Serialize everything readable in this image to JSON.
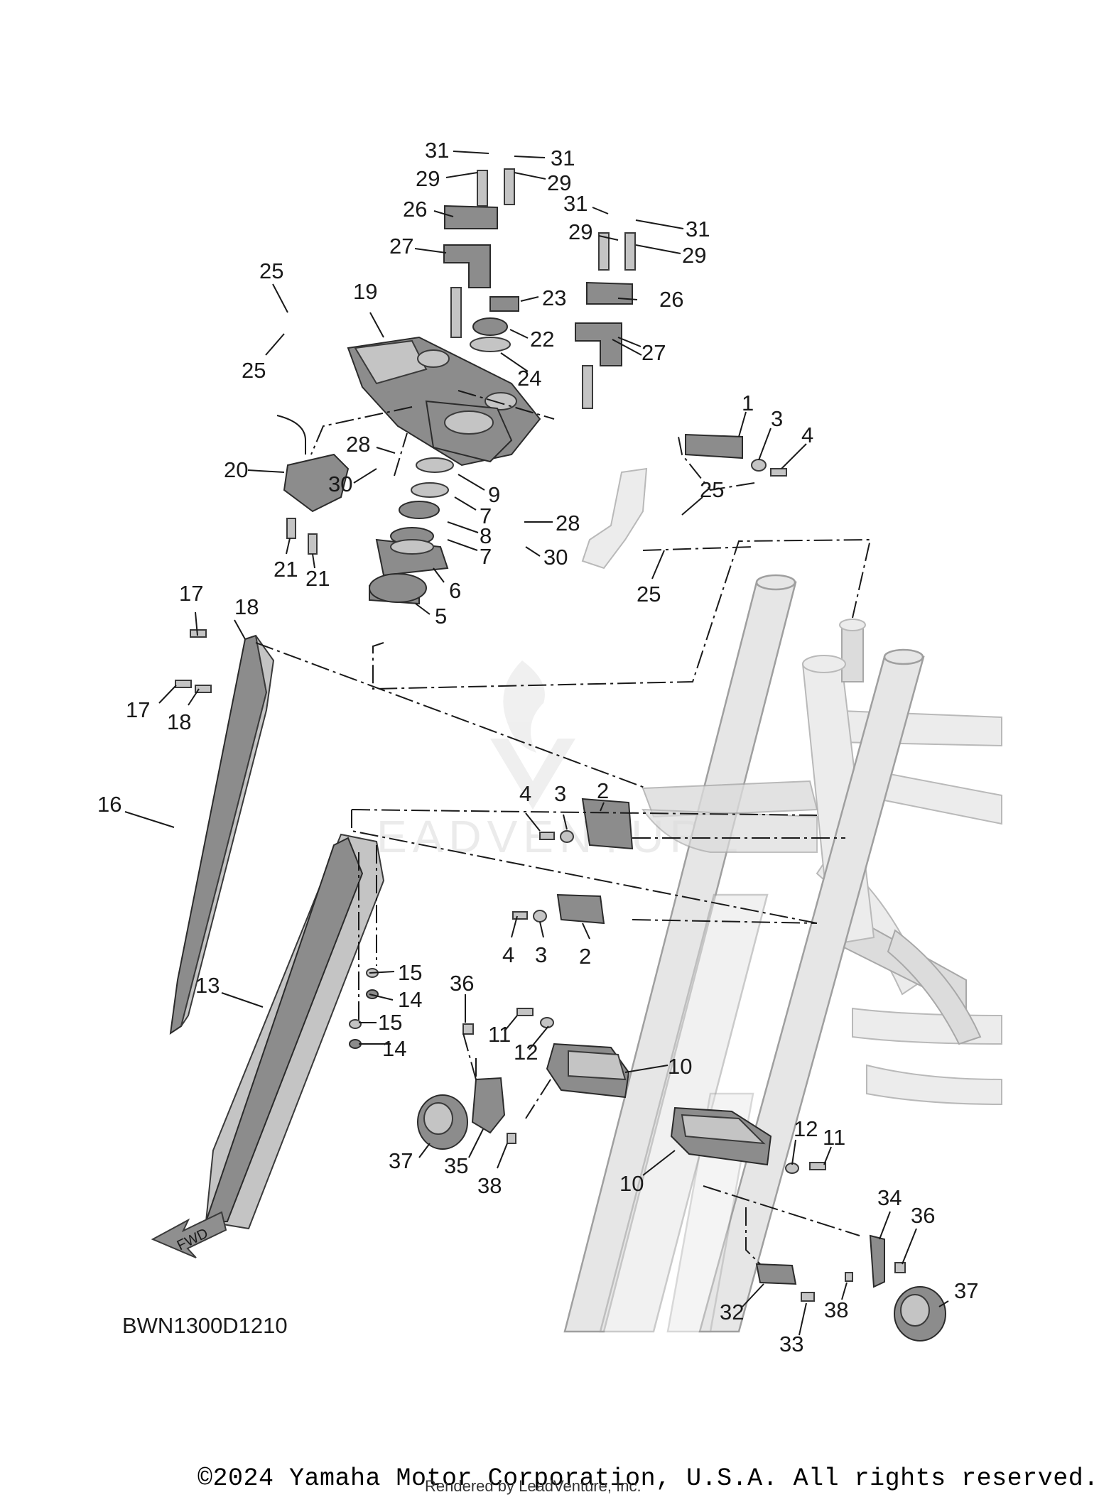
{
  "diagram": {
    "code": "BWN1300D1210",
    "fwd_label": "FWD",
    "watermark": "EADVENTURE",
    "callouts": [
      {
        "id": "c31a",
        "text": "31"
      },
      {
        "id": "c31b",
        "text": "31"
      },
      {
        "id": "c29a",
        "text": "29"
      },
      {
        "id": "c29b",
        "text": "29"
      },
      {
        "id": "c26a",
        "text": "26"
      },
      {
        "id": "c27a",
        "text": "27"
      },
      {
        "id": "c31c",
        "text": "31"
      },
      {
        "id": "c31d",
        "text": "31"
      },
      {
        "id": "c29c",
        "text": "29"
      },
      {
        "id": "c29d",
        "text": "29"
      },
      {
        "id": "c25a",
        "text": "25"
      },
      {
        "id": "c19",
        "text": "19"
      },
      {
        "id": "c23",
        "text": "23"
      },
      {
        "id": "c26b",
        "text": "26"
      },
      {
        "id": "c22",
        "text": "22"
      },
      {
        "id": "c27b",
        "text": "27"
      },
      {
        "id": "c25b",
        "text": "25"
      },
      {
        "id": "c24",
        "text": "24"
      },
      {
        "id": "c1a",
        "text": "1"
      },
      {
        "id": "c3a",
        "text": "3"
      },
      {
        "id": "c4a",
        "text": "4"
      },
      {
        "id": "c28a",
        "text": "28"
      },
      {
        "id": "c20",
        "text": "20"
      },
      {
        "id": "c30a",
        "text": "30"
      },
      {
        "id": "c9",
        "text": "9"
      },
      {
        "id": "c25c",
        "text": "25"
      },
      {
        "id": "c7a",
        "text": "7"
      },
      {
        "id": "c28b",
        "text": "28"
      },
      {
        "id": "c8",
        "text": "8"
      },
      {
        "id": "c7b",
        "text": "7"
      },
      {
        "id": "c30b",
        "text": "30"
      },
      {
        "id": "c21a",
        "text": "21"
      },
      {
        "id": "c21b",
        "text": "21"
      },
      {
        "id": "c6",
        "text": "6"
      },
      {
        "id": "c25d",
        "text": "25"
      },
      {
        "id": "c5",
        "text": "5"
      },
      {
        "id": "c17a",
        "text": "17"
      },
      {
        "id": "c18a",
        "text": "18"
      },
      {
        "id": "c17b",
        "text": "17"
      },
      {
        "id": "c18b",
        "text": "18"
      },
      {
        "id": "c16",
        "text": "16"
      },
      {
        "id": "c4b",
        "text": "4"
      },
      {
        "id": "c3b",
        "text": "3"
      },
      {
        "id": "c2a",
        "text": "2"
      },
      {
        "id": "c4c",
        "text": "4"
      },
      {
        "id": "c3c",
        "text": "3"
      },
      {
        "id": "c2b",
        "text": "2"
      },
      {
        "id": "c15a",
        "text": "15"
      },
      {
        "id": "c13",
        "text": "13"
      },
      {
        "id": "c14a",
        "text": "14"
      },
      {
        "id": "c36a",
        "text": "36"
      },
      {
        "id": "c15b",
        "text": "15"
      },
      {
        "id": "c11a",
        "text": "11"
      },
      {
        "id": "c14b",
        "text": "14"
      },
      {
        "id": "c12a",
        "text": "12"
      },
      {
        "id": "c10a",
        "text": "10"
      },
      {
        "id": "c37a",
        "text": "37"
      },
      {
        "id": "c35",
        "text": "35"
      },
      {
        "id": "c38a",
        "text": "38"
      },
      {
        "id": "c12b",
        "text": "12"
      },
      {
        "id": "c11b",
        "text": "11"
      },
      {
        "id": "c10b",
        "text": "10"
      },
      {
        "id": "c34",
        "text": "34"
      },
      {
        "id": "c36b",
        "text": "36"
      },
      {
        "id": "c37b",
        "text": "37"
      },
      {
        "id": "c32",
        "text": "32"
      },
      {
        "id": "c38b",
        "text": "38"
      },
      {
        "id": "c33",
        "text": "33"
      }
    ]
  },
  "footer": {
    "copyright": "©2024 Yamaha Motor Corporation, U.S.A. All rights reserved.",
    "rendered_by": "Rendered by LeadVenture, Inc."
  }
}
